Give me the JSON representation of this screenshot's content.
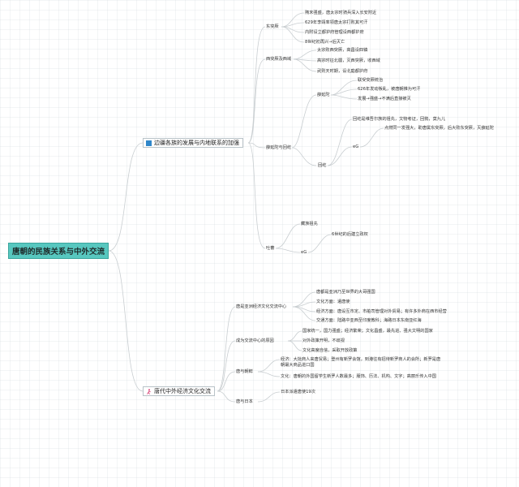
{
  "root": {
    "label": "唐朝的民族关系与中外交流"
  },
  "branch1": {
    "label": "边疆各族的发展与内地联系的加强",
    "icon": "blue-square-icon",
    "tujue": {
      "label": "东突厥",
      "items": [
        "隋末强盛，唐太宗时骑兵深入长安附近",
        "629年李靖率领唐太宗打败其可汗",
        "内附设立都护府管理设西都护府",
        "8世纪初再兴→后灭亡"
      ]
    },
    "xitujue": {
      "label": "西突厥及西域",
      "items": [
        "太宗败西突厥，高昌设四镇",
        "高宗时征北疆，灭西突厥，收西域",
        "武则天时期，设北庭都护府"
      ]
    },
    "xueyantuo_huihe": {
      "label": "薛延陀与回纥",
      "xueyantuo": {
        "label": "薛延陀",
        "items": [
          "联受突厥统治",
          "626年发动叛乱，被唐朝推为可汗",
          "发展→强盛→不满后直接被灭"
        ]
      },
      "huihe": {
        "label": "回纥",
        "item_a": "回纥是维吾尔族的祖先，文物考证，回鹘，莫九儿",
        "eg_label": "eG",
        "eg_item": "点燃同一发强大，助唐属东突厥，后大败东突厥，灭薛延陀"
      }
    },
    "tubo": {
      "label": "吐蕃",
      "items": [
        "藏族祖先",
        "6世纪的后建立政权"
      ],
      "eg_label": "eG"
    }
  },
  "branch2": {
    "label": "唐代中外经济文化交流",
    "icon": "pink-hiker-icon",
    "center": {
      "label": "唐是亚洲经济文化交流中心",
      "items": [
        "唐都是亚洲乃至世界的大哥强国",
        "文化方面：遣唐使",
        "经济方面：唐设互市定、市舶司管理对外贸易；有许多外商在西市经营",
        "交通方面：陆路中亚西至印度教科；海路日本东南亚红海"
      ]
    },
    "reasons": {
      "label": "成为交流中心的原因",
      "items": [
        "国家统一，国力强盛；经济繁荣；文化昌盛，最先进、强大文明的国家",
        "对外政策开明，不歧视",
        "文化高度自信，采取开放政策"
      ]
    },
    "xinluo": {
      "label": "唐与朝鲜",
      "econ": "经济：大批商人来唐贸易；登州有新罗会馆，到港往有招待新罗商人的会所；新罗是唐朝最大商品进口国",
      "culture": "文化：唐朝的外国留学生新罗人数最多；服饰、历法、机构、文字；高丽乐传入中国"
    },
    "japan": {
      "label": "唐与日本",
      "items": [
        "日本派遣唐使19次"
      ]
    }
  }
}
